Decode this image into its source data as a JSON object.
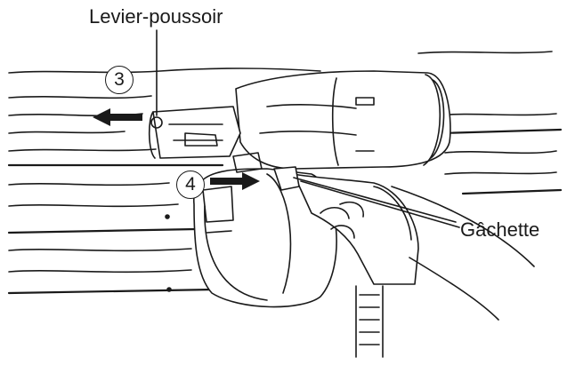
{
  "labels": {
    "push_lever": "Levier-poussoir",
    "trigger": "Gâchette"
  },
  "steps": {
    "step_3": "3",
    "step_4": "4"
  },
  "colors": {
    "ink": "#1a1a1a",
    "paper": "#ffffff"
  }
}
